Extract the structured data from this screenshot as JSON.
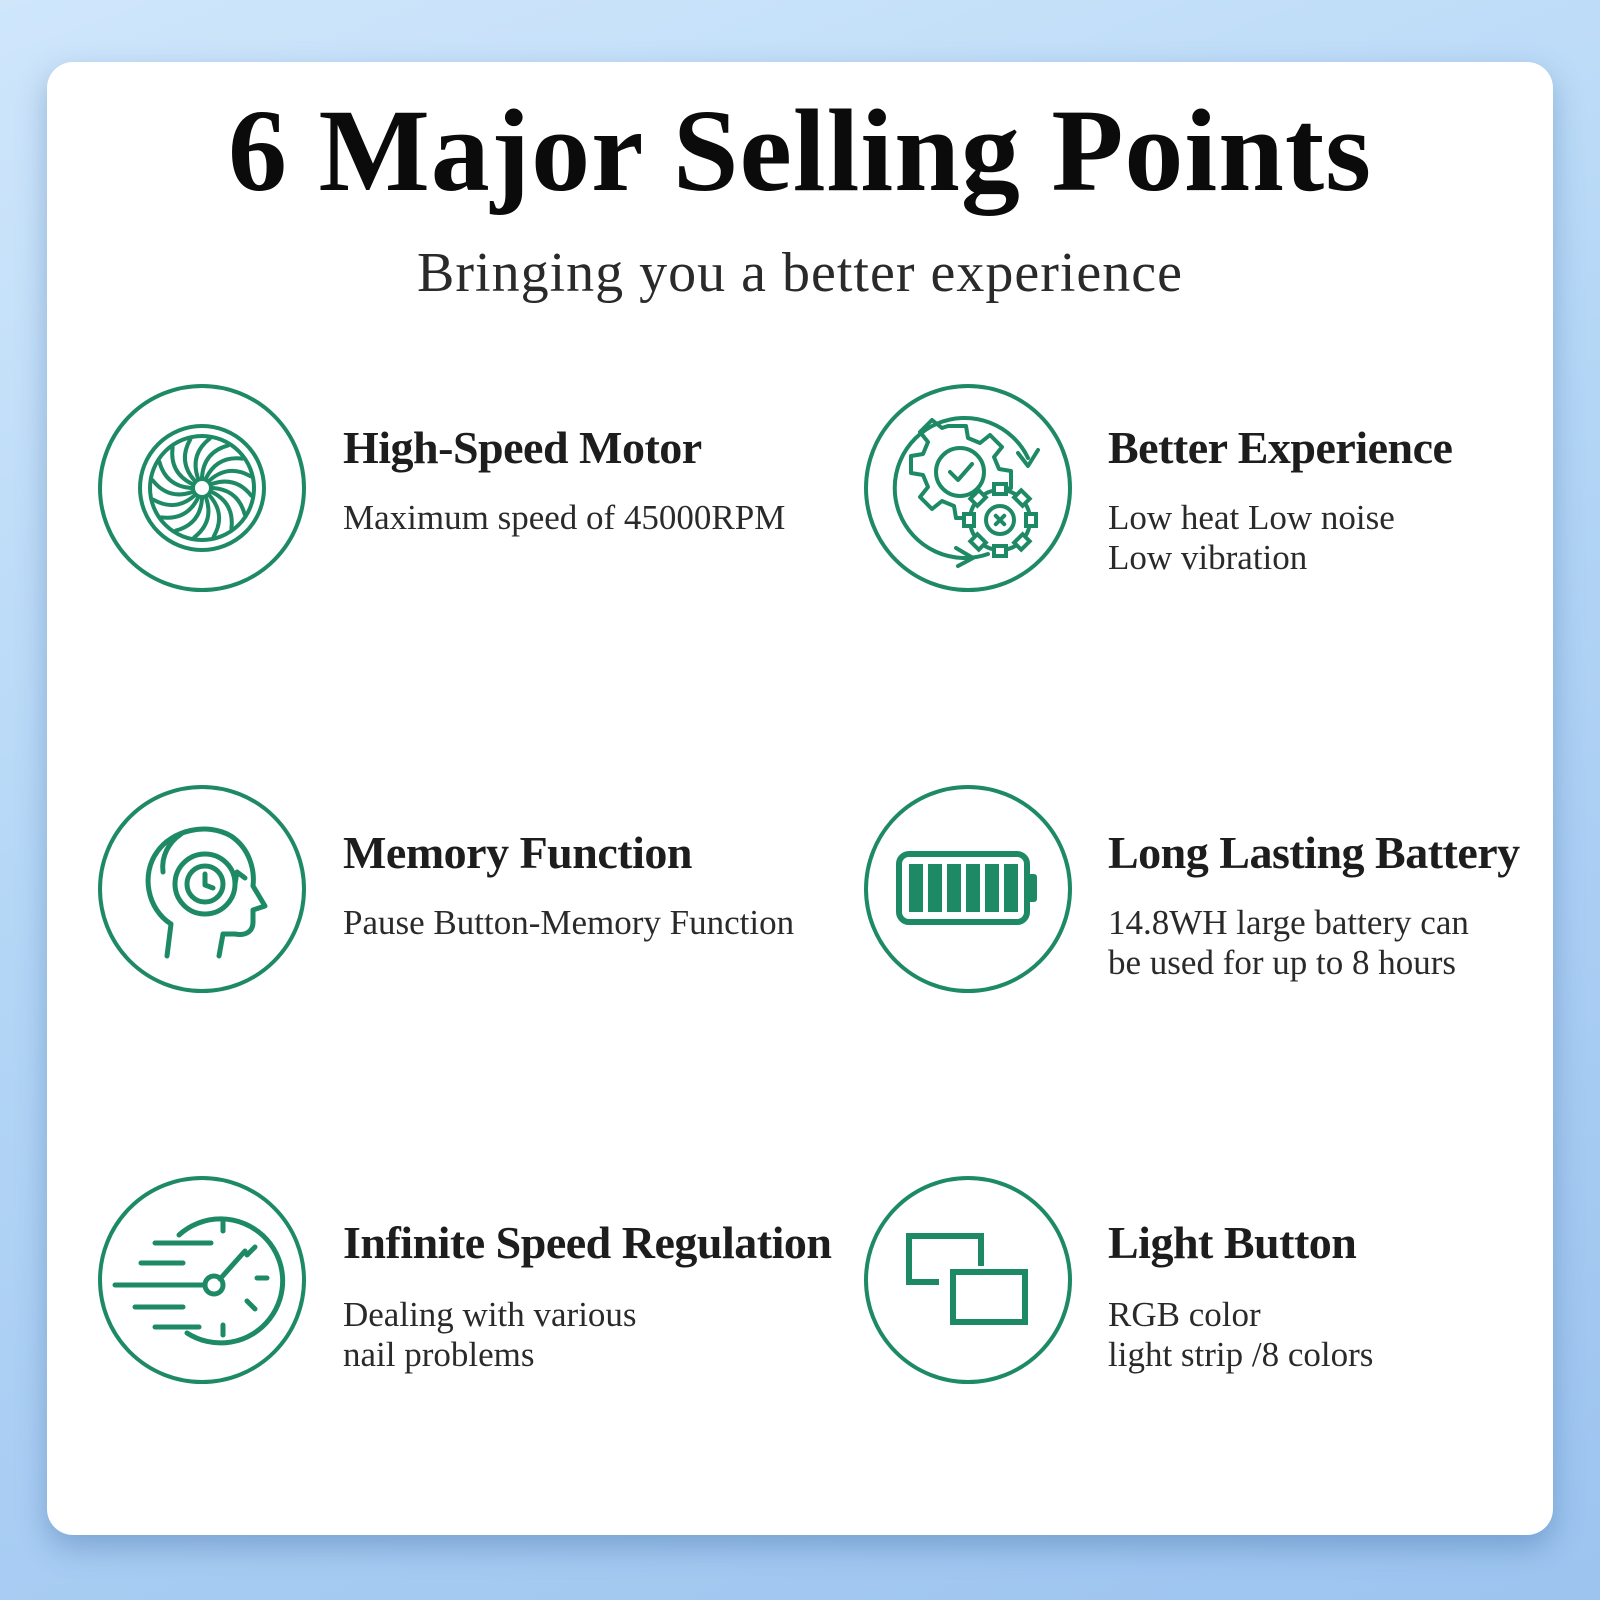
{
  "header": {
    "title": "6 Major Selling Points",
    "subtitle": "Bringing you a better experience"
  },
  "theme": {
    "accent_color": "#1d8a65",
    "background_color": "#b3d6f6",
    "card_color": "#ffffff"
  },
  "features": [
    {
      "icon": "fan-motor-icon",
      "title": "High-Speed Motor",
      "lines": [
        "Maximum speed of 45000RPM"
      ]
    },
    {
      "icon": "gears-icon",
      "title": "Better Experience",
      "lines": [
        "Low heat Low noise",
        "Low vibration"
      ]
    },
    {
      "icon": "head-clock-icon",
      "title": "Memory Function",
      "lines": [
        "Pause Button-Memory Function"
      ]
    },
    {
      "icon": "battery-icon",
      "title": "Long Lasting Battery",
      "lines": [
        "14.8WH large battery can",
        "be used for up to 8 hours"
      ]
    },
    {
      "icon": "speedometer-icon",
      "title": "Infinite Speed Regulation",
      "lines": [
        "Dealing with various",
        "nail problems"
      ]
    },
    {
      "icon": "light-windows-icon",
      "title": "Light Button",
      "lines": [
        "RGB color",
        "light strip /8 colors"
      ]
    }
  ]
}
